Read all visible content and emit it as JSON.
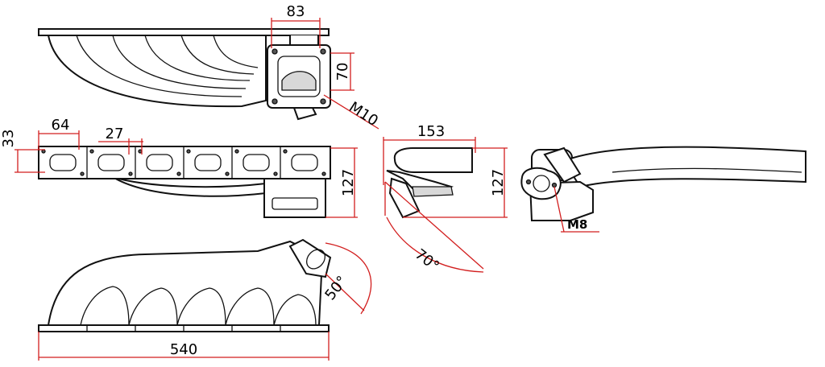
{
  "dimensions": {
    "flange_width": "83",
    "flange_height": "70",
    "stud_thread": "M10",
    "port_width": "64",
    "port_height": "33",
    "port_spacing": "27",
    "head_flange_height": "127",
    "side_depth": "153",
    "side_height": "127",
    "turbo_angle": "70°",
    "wastegate_thread": "M8",
    "flange_tilt": "50°",
    "overall_length": "540"
  },
  "colors": {
    "dimension_lines": "#d21e1e",
    "outline": "#111111"
  }
}
